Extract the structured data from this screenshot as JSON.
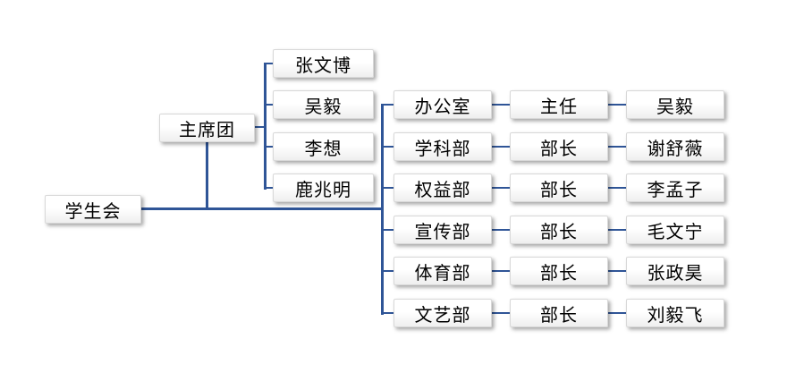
{
  "diagram": {
    "type": "org-chart",
    "root": {
      "label": "学生会"
    },
    "presidium": {
      "label": "主席团",
      "members": [
        "张文博",
        "吴毅",
        "李想",
        "鹿兆明"
      ]
    },
    "departments": [
      {
        "name": "办公室",
        "title": "主任",
        "person": "吴毅"
      },
      {
        "name": "学科部",
        "title": "部长",
        "person": "谢舒薇"
      },
      {
        "name": "权益部",
        "title": "部长",
        "person": "李孟子"
      },
      {
        "name": "宣传部",
        "title": "部长",
        "person": "毛文宁"
      },
      {
        "name": "体育部",
        "title": "部长",
        "person": "张政昊"
      },
      {
        "name": "文艺部",
        "title": "部长",
        "person": "刘毅飞"
      }
    ],
    "colors": {
      "connector": "#2F5597",
      "box_background": "#ffffff",
      "box_border": "#d8d8d8",
      "text": "#000000"
    }
  }
}
